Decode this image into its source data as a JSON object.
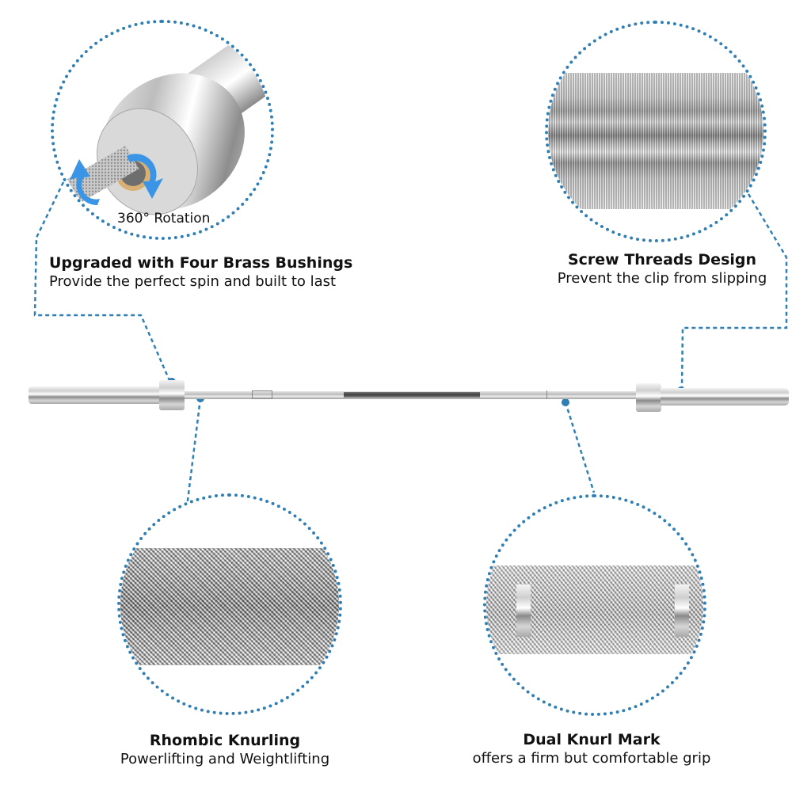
{
  "features": [
    {
      "id": "bushings",
      "title": "Upgraded with Four Brass Bushings",
      "subtitle": "Provide the perfect spin and built to last",
      "inset_label": "360° Rotation",
      "icon": "rotation-arrow-icon"
    },
    {
      "id": "threads",
      "title": "Screw Threads Design",
      "subtitle": "Prevent the clip from slipping"
    },
    {
      "id": "knurling",
      "title": "Rhombic Knurling",
      "subtitle": "Powerlifting and Weightlifting"
    },
    {
      "id": "knurl-mark",
      "title": "Dual Knurl Mark",
      "subtitle": "offers a firm but comfortable grip"
    }
  ],
  "colors": {
    "accent_dotted": "#2f7fb5",
    "rotation_arrow": "#3a95e6",
    "text": "#111111",
    "background": "#ffffff"
  }
}
